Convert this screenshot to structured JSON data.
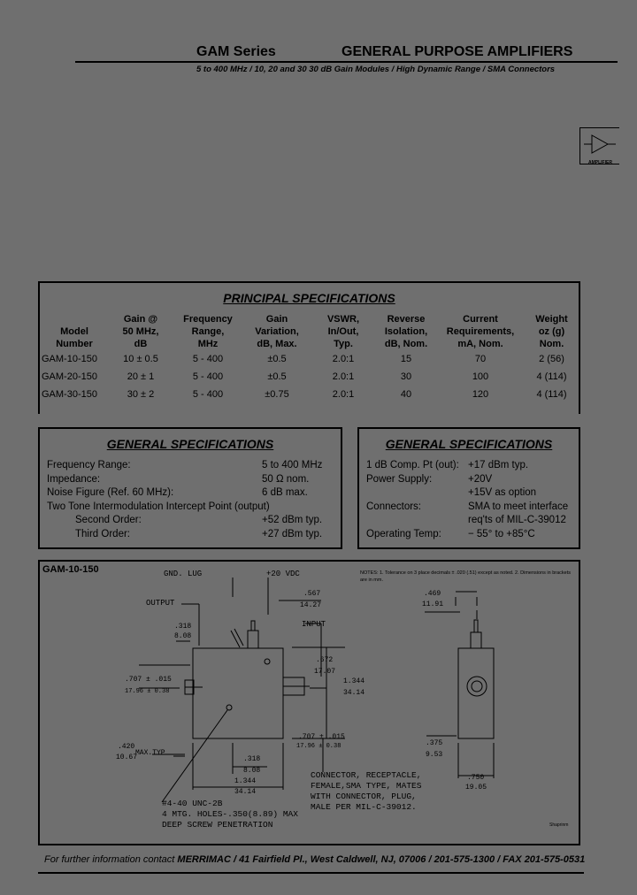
{
  "header": {
    "series": "GAM Series",
    "title": "GENERAL PURPOSE AMPLIFIERS",
    "subtitle": "5 to 400 MHz / 10, 20 and 30 30 dB Gain Modules / High Dynamic Range / SMA Connectors",
    "icon_label": "AMPLIFIER"
  },
  "principal": {
    "title": "PRINCIPAL SPECIFICATIONS",
    "headers": [
      [
        "Model",
        "Number"
      ],
      [
        "Gain @",
        "50 MHz,",
        "dB"
      ],
      [
        "Frequency",
        "Range,",
        "MHz"
      ],
      [
        "Gain",
        "Variation,",
        "dB, Max."
      ],
      [
        "VSWR,",
        "In/Out,",
        "Typ."
      ],
      [
        "Reverse",
        "Isolation,",
        "dB, Nom."
      ],
      [
        "Current",
        "Requirements,",
        "mA, Nom."
      ],
      [
        "Weight",
        "oz (g)",
        "Nom."
      ]
    ],
    "rows": [
      [
        "GAM-10-150",
        "10 ± 0.5",
        "5 - 400",
        "±0.5",
        "2.0:1",
        "15",
        "70",
        "2 (56)"
      ],
      [
        "GAM-20-150",
        "20 ± 1",
        "5 - 400",
        "±0.5",
        "2.0:1",
        "30",
        "100",
        "4 (114)"
      ],
      [
        "GAM-30-150",
        "30 ± 2",
        "5 - 400",
        "±0.75",
        "2.0:1",
        "40",
        "120",
        "4 (114)"
      ]
    ]
  },
  "general_left": {
    "title": "GENERAL SPECIFICATIONS",
    "items": [
      {
        "label": "Frequency Range:",
        "value": "5 to 400 MHz"
      },
      {
        "label": "Impedance:",
        "value": "50 Ω nom."
      },
      {
        "label": "Noise Figure (Ref. 60 MHz):",
        "value": "6 dB max."
      },
      {
        "label": "Two Tone Intermodulation Intercept Point (output)",
        "value": ""
      },
      {
        "label": "Second Order:",
        "value": "+52 dBm typ."
      },
      {
        "label": "Third Order:",
        "value": "+27 dBm typ."
      }
    ]
  },
  "general_right": {
    "title": "GENERAL SPECIFICATIONS",
    "items": [
      {
        "label": "1 dB Comp. Pt (out):",
        "value": "+17 dBm typ."
      },
      {
        "label": "Power Supply:",
        "value": "+20V"
      },
      {
        "label": "",
        "value": "+15V as option"
      },
      {
        "label": "Connectors:",
        "value": "SMA to meet interface"
      },
      {
        "label": "",
        "value": "req'ts of MIL-C-39012"
      },
      {
        "label": "Operating Temp:",
        "value": "− 55° to +85°C"
      }
    ]
  },
  "drawing": {
    "model": "GAM-10-150",
    "notes": "NOTES: 1. Tolerance on 3 place decimals ± .020 (.51) except as noted. 2. Dimensions in brackets are in mm.",
    "labels": {
      "gnd": "GND. LUG",
      "vdc": "+20 VDC",
      "output": "OUTPUT",
      "input": "INPUT",
      "d318a": ".318",
      "d808a": "8.08",
      "d707a": ".707 ± .015",
      "d1796a": "17.96 ± 0.38",
      "d420": ".420",
      "d1067": "10.67",
      "maxtyp": "MAX.TYP",
      "d567": ".567",
      "d1427": "14.27",
      "d672": ".672",
      "d1707": "17.07",
      "d1344": "1.344",
      "d3414": "34.14",
      "d707b": ".707 ± .015",
      "d1796b": "17.96 ± 0.38",
      "d318b": ".318",
      "d808b": "8.08",
      "d1344b": "1.344",
      "d3414b": "34.14",
      "d469": ".469",
      "d1191": "11.91",
      "d375": ".375",
      "d953": "9.53",
      "d750": ".750",
      "d1905": "19.05",
      "connector": "CONNECTOR, RECEPTACLE, FEMALE, SMA TYPE, MATES WITH CONNECTOR, PLUG, MALE PER MIL-C-39012.",
      "conn_lines": [
        "CONNECTOR, RECEPTACLE,",
        "FEMALE,SMA TYPE, MATES",
        "WITH CONNECTOR, PLUG,",
        "MALE PER MIL-C-39012."
      ],
      "holes_lines": [
        "#4-40 UNC-2B",
        "4 MTG. HOLES-.350(8.89) MAX",
        "DEEP SCREW PENETRATION"
      ],
      "tag": "Shaprinm"
    }
  },
  "footer": {
    "prefix": "For further information contact ",
    "company": "MERRIMAC / 41 Fairfield Pl., West Caldwell, NJ, 07006 / 201-575-1300 / FAX 201-575-0531"
  }
}
